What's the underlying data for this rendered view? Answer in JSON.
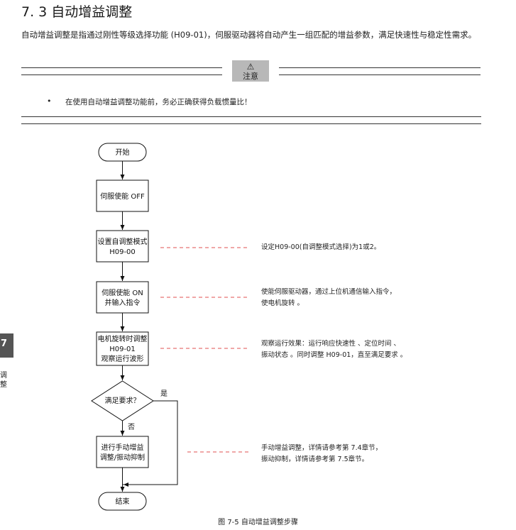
{
  "section": {
    "title": "7. 3  自动增益调整",
    "intro": "自动增益调整是指通过刚性等级选择功能 (H09-01)，伺服驱动器将自动产生一组匹配的增益参数，满足快速性与稳定性需求。"
  },
  "notice": {
    "icon": "warning-triangle-icon",
    "label": "注意",
    "bullet": "•",
    "text": "在使用自动增益调整功能前，务必正确获得负载惯量比！"
  },
  "side_tab": {
    "number": "7",
    "text": "调\n整"
  },
  "flowchart": {
    "start": "开始",
    "step1": "伺服使能 OFF",
    "step2_line1": "设置自调整模式",
    "step2_line2": "H09-00",
    "step3_line1": "伺服使能 ON",
    "step3_line2": "并输入指令",
    "step4_line1": "电机旋转时调整",
    "step4_line2": "H09-01",
    "step4_line3": "观察运行波形",
    "decision": "满足要求？",
    "yes": "是",
    "no": "否",
    "step5_line1": "进行手动增益",
    "step5_line2": "调整/振动抑制",
    "end": "结束"
  },
  "notes": {
    "note2": "设定H09-00(自调整模式选择)为1或2。",
    "note3_line1": "使能伺服驱动器，通过上位机通信输入指令，",
    "note3_line2": "使电机旋转 。",
    "note4_line1": "观察运行效果：运行响应快速性 、定位时间 、",
    "note4_line2": "振动状态 。同时调整 H09-01，直至满足要求 。",
    "note5_line1": "手动增益调整，详情请参考第 7.4章节，",
    "note5_line2": "振动抑制，详情请参考第 7.5章节。"
  },
  "caption": "图 7-5 自动增益调整步骤"
}
